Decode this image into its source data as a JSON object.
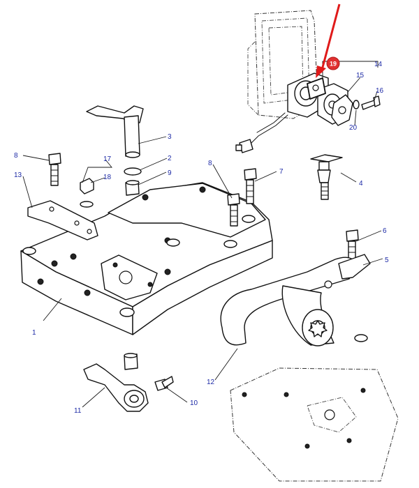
{
  "diagram": {
    "callouts": {
      "c1": "1",
      "c2": "2",
      "c3": "3",
      "c4": "4",
      "c5": "5",
      "c6": "6",
      "c7": "7",
      "c8a": "8",
      "c8b": "8",
      "c9": "9",
      "c10": "10",
      "c11": "11",
      "c12": "12",
      "c13": "13",
      "c14": "14",
      "c15": "15",
      "c16": "16",
      "c17": "17",
      "c18": "18",
      "c19": "19",
      "c20": "20"
    },
    "highlight": {
      "part_number": "19",
      "badge_color": "#e03030",
      "arrow_color": "#e01a1a"
    },
    "colors": {
      "callout_text": "#1d2aa6",
      "line": "#111111"
    }
  }
}
